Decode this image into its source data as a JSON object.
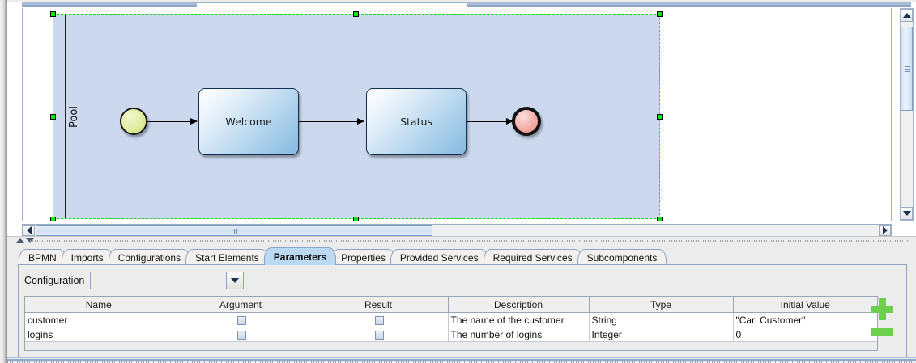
{
  "canvas": {
    "pool_label": "Pool",
    "nodes": [
      {
        "id": "start",
        "kind": "start-event",
        "label": ""
      },
      {
        "id": "welcome",
        "kind": "task",
        "label": "Welcome"
      },
      {
        "id": "status",
        "kind": "task",
        "label": "Status"
      },
      {
        "id": "end",
        "kind": "end-event",
        "label": ""
      }
    ],
    "selected": true
  },
  "tabs": [
    {
      "label": "BPMN",
      "selected": false
    },
    {
      "label": "Imports",
      "selected": false
    },
    {
      "label": "Configurations",
      "selected": false
    },
    {
      "label": "Start Elements",
      "selected": false
    },
    {
      "label": "Parameters",
      "selected": true
    },
    {
      "label": "Properties",
      "selected": false
    },
    {
      "label": "Provided Services",
      "selected": false
    },
    {
      "label": "Required Services",
      "selected": false
    },
    {
      "label": "Subcomponents",
      "selected": false
    }
  ],
  "configuration": {
    "label": "Configuration",
    "value": "",
    "placeholder": ""
  },
  "table": {
    "columns": [
      "Name",
      "Argument",
      "Result",
      "Description",
      "Type",
      "Initial Value"
    ],
    "rows": [
      {
        "name": "customer",
        "argument": false,
        "result": false,
        "description": "The name of the customer",
        "type": "String",
        "initial_value": "\"Carl Customer\""
      },
      {
        "name": "logins",
        "argument": false,
        "result": false,
        "description": "The number of logins",
        "type": "Integer",
        "initial_value": "0"
      }
    ]
  },
  "actions": {
    "add_label": "+",
    "remove_label": "−",
    "accent_green": "#6ece4e"
  },
  "colors": {
    "pool_fill": "#cbd8ee",
    "selection_handle": "#12e112",
    "tab_selected": "#bcd9f2",
    "task_gradient_end": "#85b9e0",
    "start_event": "#ccde7c",
    "end_event": "#ea8d86"
  }
}
